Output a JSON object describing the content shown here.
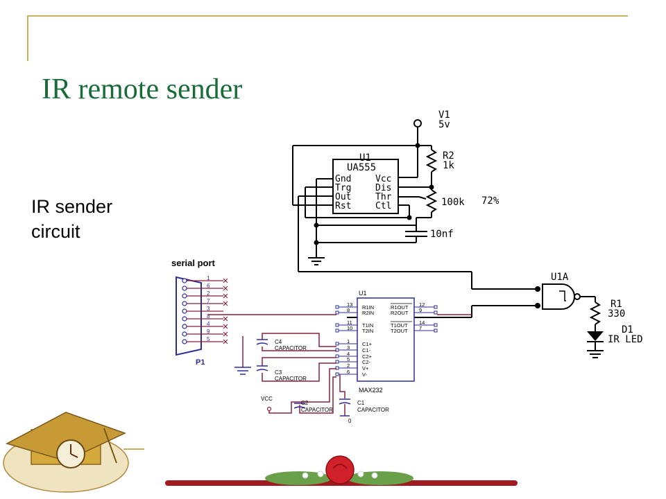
{
  "slide": {
    "title": "IR remote sender",
    "label_line1": "IR sender",
    "label_line2": "circuit"
  },
  "timer": {
    "chip_ref": "U1",
    "chip_name": "UA555",
    "pins_left": [
      "Gnd",
      "Trg",
      "Out",
      "Rst"
    ],
    "pins_right": [
      "Vcc",
      "Dis",
      "Thr",
      "Ctl"
    ],
    "v1_ref": "V1",
    "v1_value": "5v",
    "r2_ref": "R2",
    "r2_value": "1k",
    "pot_value": "100k",
    "pot_setting": "72%",
    "cap_value": "10nf"
  },
  "gate": {
    "u1a_ref": "U1A",
    "r1_ref": "R1",
    "r1_value": "330",
    "d1_ref": "D1",
    "d1_value": "IR LED"
  },
  "serial": {
    "title": "serial port",
    "connector_ref": "P1",
    "pin_numbers": [
      "1",
      "6",
      "2",
      "7",
      "3",
      "8",
      "4",
      "9",
      "5"
    ]
  },
  "max232": {
    "ref": "U1",
    "part": "MAX232",
    "left_pins": [
      {
        "num": "13",
        "name": "R1IN"
      },
      {
        "num": "8",
        "name": "R2IN"
      },
      {
        "num": "11",
        "name": "T1IN"
      },
      {
        "num": "10",
        "name": "T2IN"
      },
      {
        "num": "1",
        "name": "C1+"
      },
      {
        "num": "3",
        "name": "C1-"
      },
      {
        "num": "4",
        "name": "C2+"
      },
      {
        "num": "5",
        "name": "C2-"
      },
      {
        "num": "2",
        "name": "V+"
      },
      {
        "num": "6",
        "name": "V-"
      }
    ],
    "right_pins": [
      {
        "num": "12",
        "name": "R1OUT"
      },
      {
        "num": "9",
        "name": "R2OUT"
      },
      {
        "num": "14",
        "name": "T1OUT"
      },
      {
        "num": "7",
        "name": "T2OUT"
      }
    ],
    "caps": [
      {
        "ref": "C4",
        "type": "CAPACITOR"
      },
      {
        "ref": "C3",
        "type": "CAPACITOR"
      },
      {
        "ref": "C2",
        "type": "CAPACITOR"
      },
      {
        "ref": "C1",
        "type": "CAPACITOR"
      }
    ],
    "vcc_label": "VCC",
    "ground_label": "0"
  }
}
